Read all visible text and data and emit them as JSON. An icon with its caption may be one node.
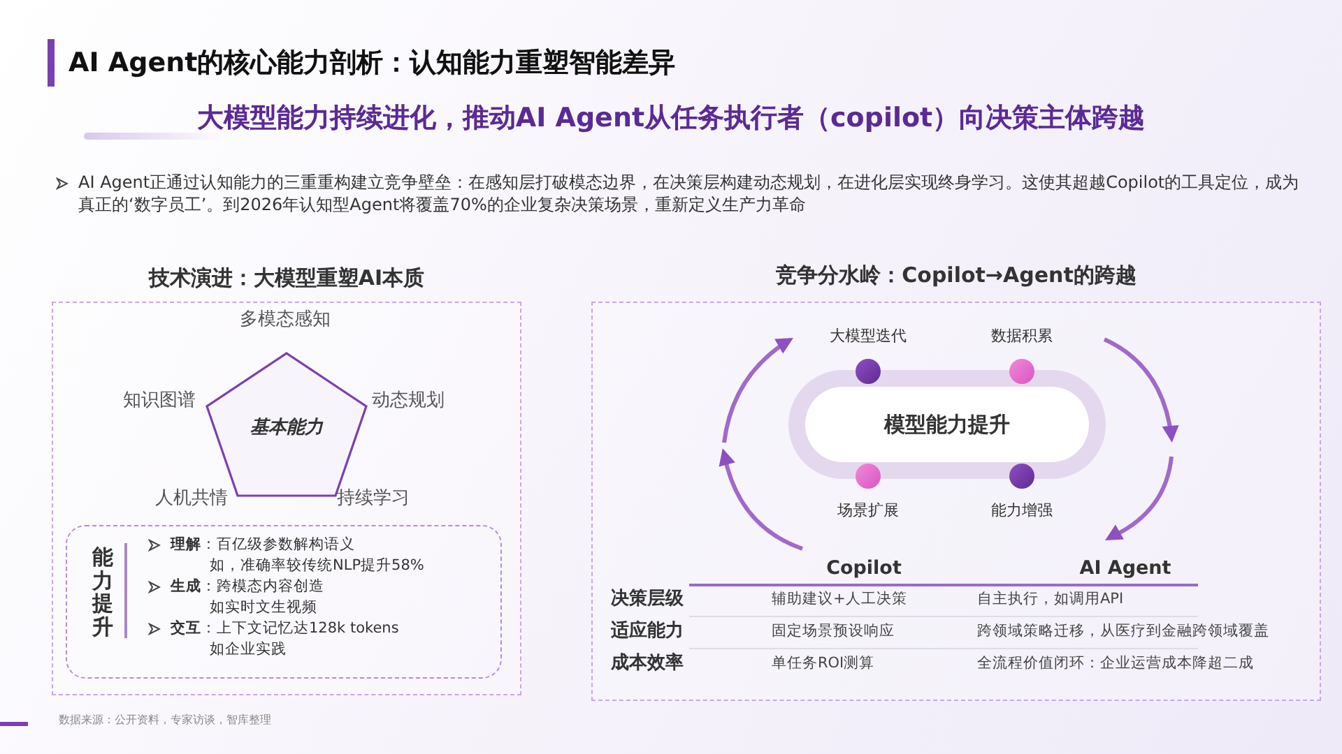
{
  "diagram": {
    "title": "AI Agent的核心能力剖析：认知能力重塑智能差异",
    "nodes": [
      {
        "text": [
          "技术演进：大模型重塑AI本质"
        ]
      },
      {
        "text": [
          "基本能力"
        ],
        "in": 0
      },
      {
        "text": [
          "能力提升",
          "**理解**：百亿级参数解构语义",
          "如，准确率较传统NLP提升58%",
          "**生成**：跨模态内容创造",
          "如实时文生视频",
          "**交互**：上下文记忆达128k tokens",
          "如企业实践"
        ],
        "in": 0
      },
      {
        "text": [
          "竞争分水岭：Copilot→Agent的跨越"
        ]
      },
      {
        "text": [
          "模型能力提升"
        ],
        "in": 3
      },
      {
        "text": [
          "大模型迭代"
        ],
        "in": 3
      },
      {
        "text": [
          "数据积累"
        ],
        "in": 3
      },
      {
        "text": [
          "场景扩展"
        ],
        "in": 3
      },
      {
        "text": [
          "能力增强"
        ],
        "in": 3
      }
    ],
    "labels": [
      "大模型能力持续进化，推动AI Agent从任务执行者（copilot）向决策主体跨越",
      "AI Agent正通过认知能力的三重重构建立竞争壁垒：在感知层打破模态边界，在决策层构建动态规划，在进化层实现终身学习。这使其超越Copilot的工具定位，成为真正的‘数字员工’。到2026年认知型Agent将覆盖70%的企业复杂决策场景，重新定义生产力革命",
      "多模态感知",
      "知识图谱",
      "动态规划",
      "人机共情",
      "持续学习",
      "Copilot",
      "AI Agent",
      "决策层级",
      "辅助建议+人工决策",
      "自主执行，如调用API",
      "适应能力",
      "固定场景预设响应",
      "跨领域策略迁移，从医疗到金融跨领域覆盖",
      "成本效率",
      "单任务ROI测算",
      "全流程价值闭环：企业运营成本降超二成",
      "数据来源：公开资料，专家访谈，智库整理"
    ]
  }
}
